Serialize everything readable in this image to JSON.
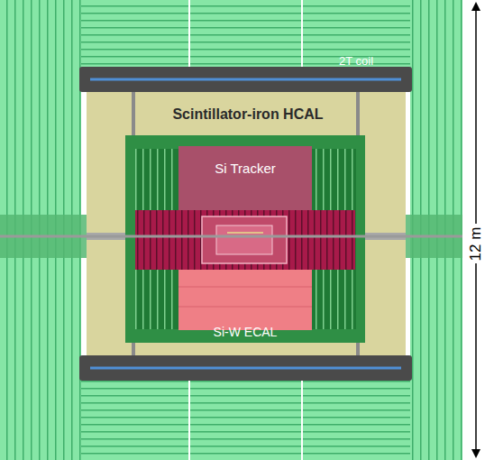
{
  "diagram": {
    "labels": [
      "2T coil",
      "Scintillator-iron HCAL",
      "Si Tracker",
      "Si-W ECAL",
      "12 m"
    ]
  }
}
